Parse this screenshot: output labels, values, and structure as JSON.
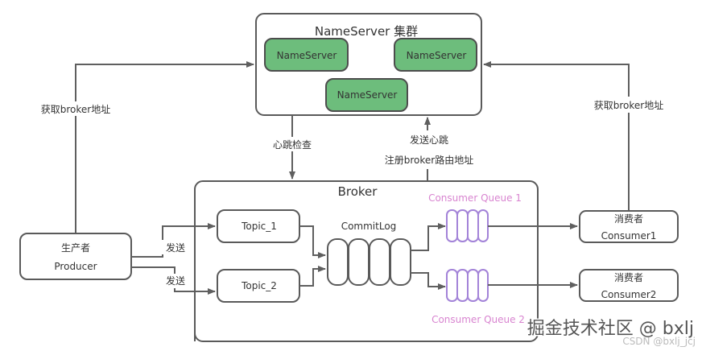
{
  "nameserver_cluster": {
    "title": "NameServer 集群",
    "nodes": [
      "NameServer",
      "NameServer",
      "NameServer"
    ],
    "color": "#6dbd7c"
  },
  "edges": {
    "producer_get_broker": "获取broker地址",
    "consumer_get_broker": "获取broker地址",
    "heartbeat_check": "心跳检查",
    "send_heartbeat": "发送心跳",
    "register_route": "注册broker路由地址",
    "send_1": "发送",
    "send_2": "发送"
  },
  "broker": {
    "title": "Broker",
    "topics": [
      "Topic_1",
      "Topic_2"
    ],
    "commitlog": "CommitLog",
    "queues": [
      "Consumer  Queue 1",
      "Consumer  Queue 2"
    ],
    "queue_color": "#a383d8",
    "queue_label_color": "#d884d0"
  },
  "producer": {
    "line1": "生产者",
    "line2": "Producer"
  },
  "consumers": [
    {
      "line1": "消费者",
      "line2": "Consumer1"
    },
    {
      "line1": "消费者",
      "line2": "Consumer2"
    }
  ],
  "watermark": {
    "main": "掘金技术社区 @ bxlj",
    "sub": "CSDN @bxlj_jcj"
  }
}
